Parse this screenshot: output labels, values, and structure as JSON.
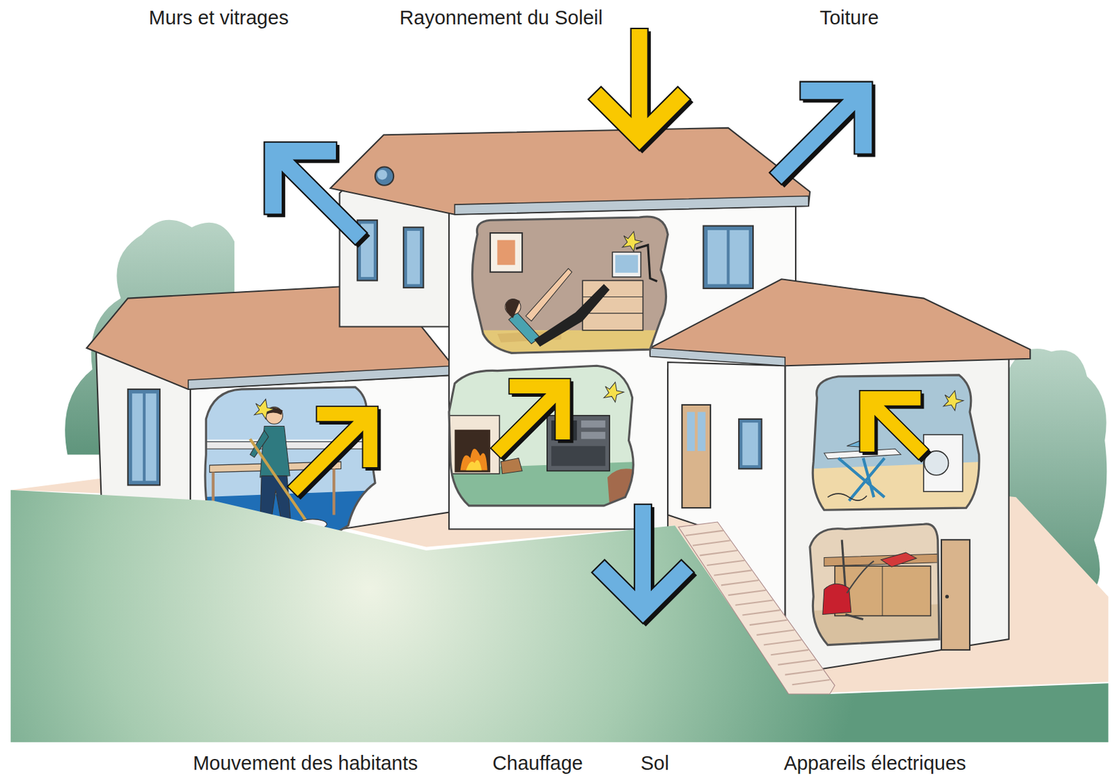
{
  "diagram": {
    "labels": [
      "Murs et vitrages",
      "Rayonnement du Soleil",
      "Toiture",
      "Mouvement des habitants",
      "Chauffage",
      "Sol",
      "Appareils électriques"
    ]
  }
}
